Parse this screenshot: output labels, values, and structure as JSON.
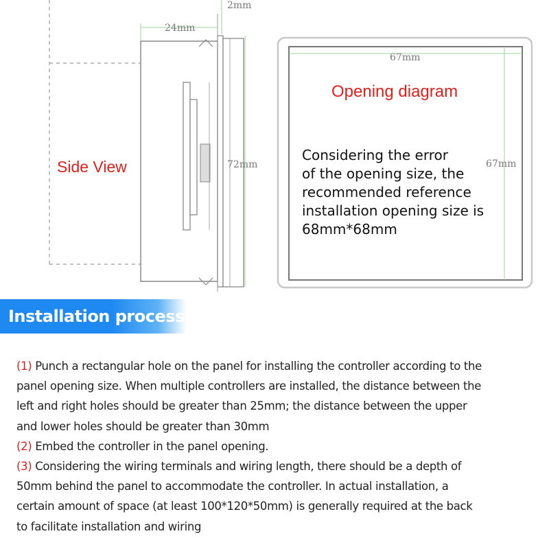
{
  "side_view": {
    "label": "Side View",
    "dim_depth": "24mm",
    "dim_top": "2mm",
    "dim_height": "72mm"
  },
  "opening": {
    "title": "Opening diagram",
    "dim_width": "67mm",
    "dim_height": "67mm",
    "note_lines": [
      "Considering the error",
      "of the opening size, the",
      "recommended reference",
      "installation opening size is",
      "68mm*68mm"
    ]
  },
  "process": {
    "title": "Installation process",
    "steps": [
      {
        "num": "(1)",
        "lines": [
          " Punch a rectangular hole on the panel for installing the controller according to the",
          "panel opening size. When multiple controllers are installed, the distance between the",
          "left and right holes should be greater than 25mm; the distance between the upper",
          "and lower holes should be greater than 30mm"
        ]
      },
      {
        "num": "(2)",
        "lines": [
          " Embed the controller in the panel opening."
        ]
      },
      {
        "num": "(3)",
        "lines": [
          " Considering the wiring terminals and wiring length, there should be a depth of",
          "50mm behind the panel to accommodate the controller. In actual installation, a",
          "certain amount of space (at least 100*120*50mm) is generally required at the back",
          "to facilitate installation and wiring"
        ]
      }
    ]
  },
  "colors": {
    "accent_red": "#e0211b",
    "banner_blue": "#1e89f0",
    "dim_green": "#9ed49e"
  }
}
